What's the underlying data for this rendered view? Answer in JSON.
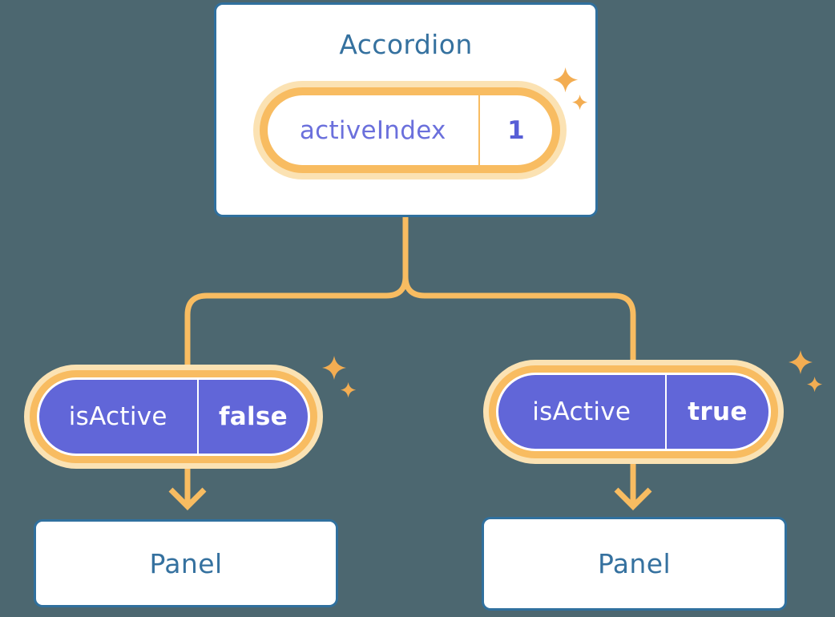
{
  "colors": {
    "bg": "#4C6770",
    "card_border": "#30709E",
    "heading": "#35719F",
    "orange": "#F8BC61",
    "orange_glow": "#FBE2B3",
    "sparkle": "#F3AD52",
    "purple": "#6166D8",
    "purple_label": "#6B70DC",
    "purple_value": "#575ED6",
    "white": "#FFFFFF"
  },
  "accordion": {
    "title": "Accordion",
    "pill": {
      "label": "activeIndex",
      "value": "1"
    }
  },
  "children": [
    {
      "pill": {
        "label": "isActive",
        "value": "false"
      },
      "panel": {
        "title": "Panel"
      }
    },
    {
      "pill": {
        "label": "isActive",
        "value": "true"
      },
      "panel": {
        "title": "Panel"
      }
    }
  ]
}
